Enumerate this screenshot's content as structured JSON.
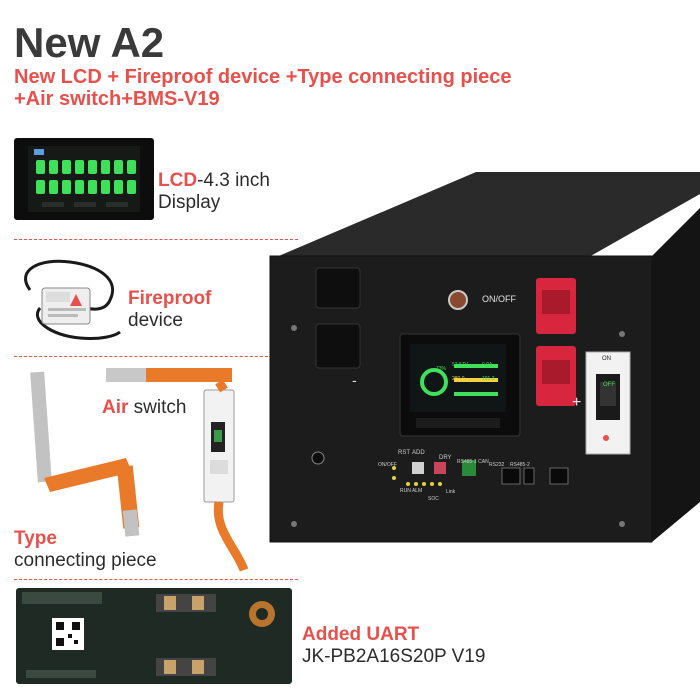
{
  "header": {
    "title": "New A2",
    "subtitle_line1": "New LCD + Fireproof device +Type connecting piece",
    "subtitle_line2": "+Air switch+BMS-V19"
  },
  "features": {
    "lcd": {
      "name": "LCD",
      "rest": "-4.3 inch",
      "line2": "Display"
    },
    "fireproof": {
      "name": "Fireproof",
      "line2": "device"
    },
    "air_switch": {
      "name": "Air",
      "rest": " switch"
    },
    "type_piece": {
      "name": "Type",
      "line2": "connecting piece"
    },
    "bms": {
      "name": "Added UART",
      "line2": "JK-PB2A16S20P V19"
    }
  },
  "battery": {
    "on_off": "ON/OFF",
    "minus": "-",
    "plus": "+",
    "rst": "RST",
    "add": "ADD",
    "dry": "DRY",
    "rs485_1": "RS485-1 CAN",
    "rs232": "RS232",
    "rs485_2": "RS485-2",
    "on_off_small": "ON/OFF",
    "run_alm": "RUN ALM",
    "soc": "SOC",
    "link": "Link",
    "breaker_on": "ON",
    "breaker_off": "OFF",
    "lcd_screen": {
      "value1": "52.57V",
      "value2": "0.0A",
      "value3": "280.0",
      "value4": "191.3",
      "soc": "73%"
    }
  },
  "colors": {
    "accent": "#e8504c",
    "battery_body": "#1c1c1c",
    "terminal": "#d7263d",
    "copper": "#e87a2a"
  }
}
